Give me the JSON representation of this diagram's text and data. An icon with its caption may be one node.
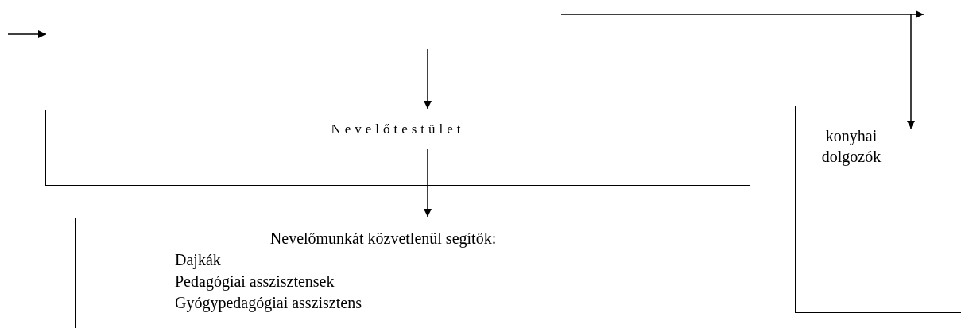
{
  "diagram": {
    "nodes": [
      {
        "text": [
          "Nevelőtestület"
        ]
      },
      {
        "text": [
          "Nevelőmunkát közvetlenül segítők:",
          "Dajkák",
          "Pedagógiai asszisztensek",
          "Gyógypedagógiai asszisztens"
        ]
      },
      {
        "text": [
          "konyhai dolgozók"
        ]
      }
    ],
    "edges": [
      {
        "from": null,
        "to": 0,
        "arrow": "to"
      },
      {
        "from": 0,
        "to": 1,
        "arrow": "to"
      },
      {
        "from": null,
        "to": 2,
        "arrow": "to"
      }
    ]
  }
}
